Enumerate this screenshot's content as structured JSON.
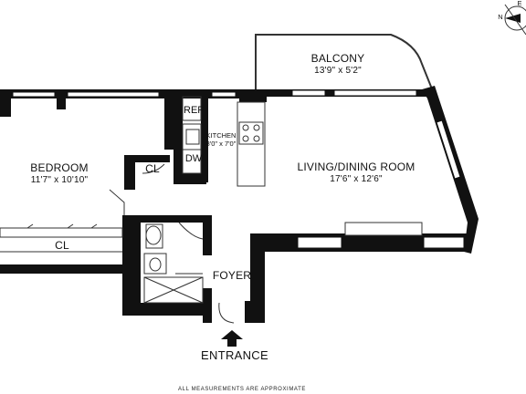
{
  "rooms": {
    "balcony": {
      "name": "BALCONY",
      "dim": "13'9\" x 5'2\""
    },
    "living": {
      "name": "LIVING/DINING ROOM",
      "dim": "17'6\" x 12'6\""
    },
    "bedroom": {
      "name": "BEDROOM",
      "dim": "11'7\" x 10'10\""
    },
    "kitchen": {
      "name": "KITCHEN",
      "dim": "8'0\" x 7'0\""
    },
    "foyer": {
      "name": "FOYER"
    }
  },
  "fixtures": {
    "ref": "REF",
    "dw": "DW",
    "closet_upper": "CL",
    "closet_lower": "CL"
  },
  "entrance_label": "ENTRANCE",
  "footer_note": "ALL MEASUREMENTS ARE APPROXIMATE",
  "compass": {
    "north": "N",
    "east": "E"
  },
  "colors": {
    "wall": "#111111",
    "window": "#ffffff",
    "fixture_stroke": "#333333"
  }
}
